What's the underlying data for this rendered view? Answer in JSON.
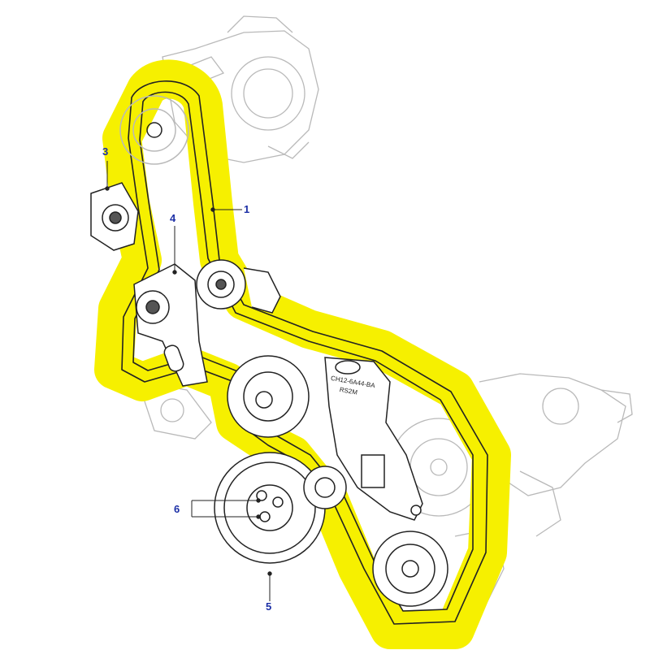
{
  "callouts": [
    {
      "id": "1",
      "label": "1"
    },
    {
      "id": "3",
      "label": "3"
    },
    {
      "id": "4",
      "label": "4"
    },
    {
      "id": "5",
      "label": "5"
    },
    {
      "id": "6",
      "label": "6"
    }
  ],
  "bracket_text": {
    "line1": "CH12-6A44-BA",
    "line2": "RS2M"
  },
  "colors": {
    "belt_highlight": "#f6f000",
    "callout_text": "#1c2fa6",
    "line_art": "#222222",
    "faded_art": "#b9b9b9"
  }
}
